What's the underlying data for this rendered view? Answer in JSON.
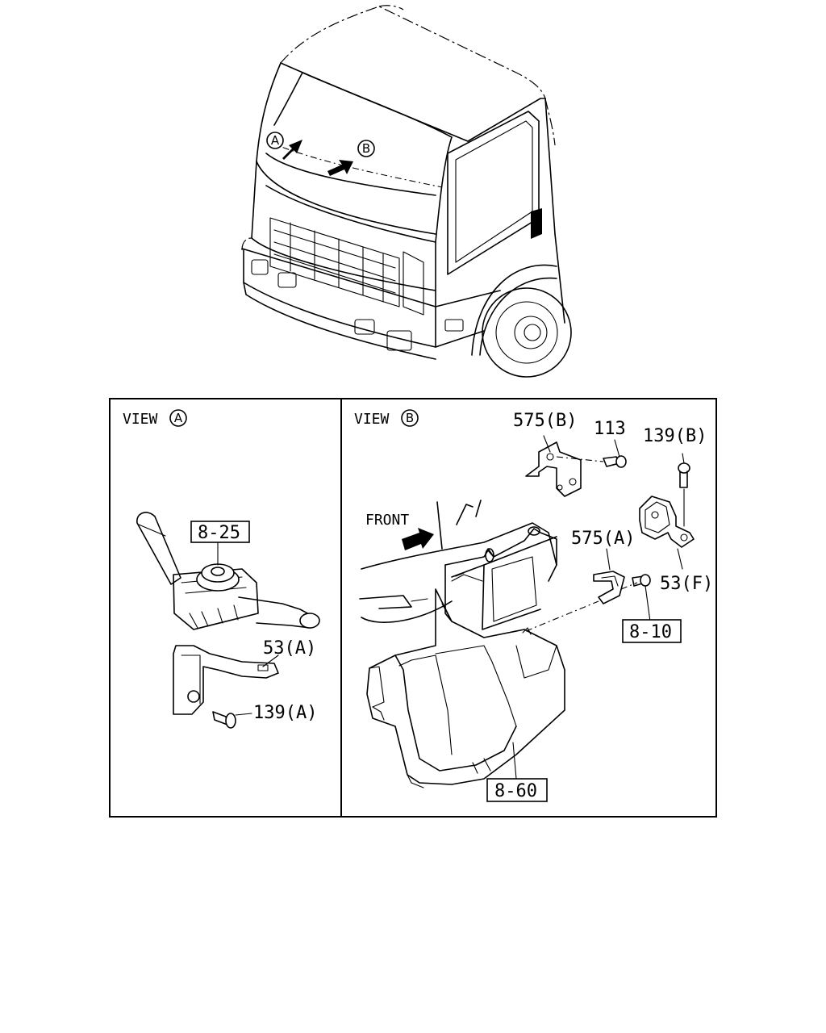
{
  "truck": {
    "arrow_a_letter": "A",
    "arrow_b_letter": "B"
  },
  "view_a": {
    "title_word": "VIEW",
    "title_letter": "A",
    "callouts": {
      "part_8_25": "8-25",
      "part_53_a": "53(A)",
      "part_139_a": "139(A)"
    }
  },
  "view_b": {
    "title_word": "VIEW",
    "title_letter": "B",
    "front_label": "FRONT",
    "callouts": {
      "part_575_b": "575(B)",
      "part_113": "113",
      "part_139_b": "139(B)",
      "part_575_a": "575(A)",
      "part_53_f": "53(F)",
      "part_8_10": "8-10",
      "part_8_60": "8-60"
    }
  }
}
